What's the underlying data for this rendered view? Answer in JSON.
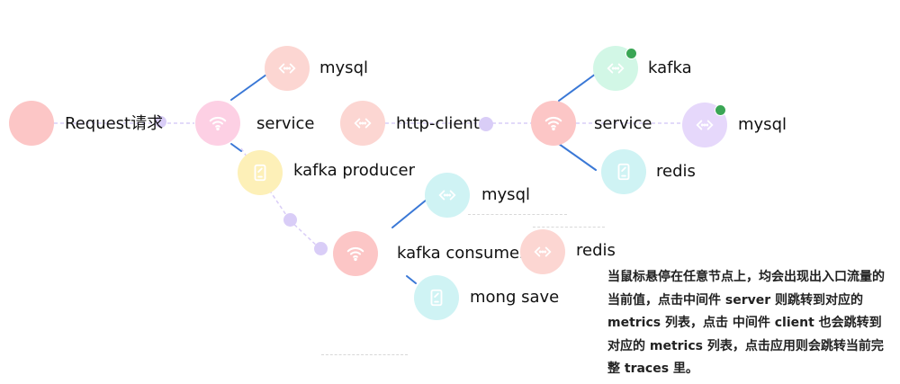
{
  "nodes": {
    "request": {
      "label": "Request请求",
      "color": "#fcc6c6",
      "icon": "none"
    },
    "service_left": {
      "label": "service",
      "color": "#fdd0e4",
      "icon": "wifi-icon"
    },
    "mysql_left": {
      "label": "mysql",
      "color": "#fcd6d2",
      "icon": "code-icon"
    },
    "kafka_producer": {
      "label": "kafka producer",
      "color": "#fdf0b8",
      "icon": "phone-icon"
    },
    "http_client": {
      "label": "http-client",
      "color": "#fcd6d2",
      "icon": "code-icon"
    },
    "kafka_top": {
      "label": "kafka",
      "color": "#d2f7e6",
      "icon": "code-icon"
    },
    "service_right": {
      "label": "service",
      "color": "#fcc6c6",
      "icon": "wifi-icon"
    },
    "mysql_right": {
      "label": "mysql",
      "color": "#e6d8fb",
      "icon": "code-icon"
    },
    "redis_right": {
      "label": "redis",
      "color": "#cff3f4",
      "icon": "phone-icon"
    },
    "mysql_middle": {
      "label": "mysql",
      "color": "#cff3f4",
      "icon": "code-icon"
    },
    "kafka_consumer": {
      "label": "kafka consumer",
      "color": "#fcc6c6",
      "icon": "wifi-icon"
    },
    "redis_middle": {
      "label": "redis",
      "color": "#fcd6d2",
      "icon": "code-icon"
    },
    "mong_save": {
      "label": "mong save",
      "color": "#cff3f4",
      "icon": "phone-icon"
    }
  },
  "colors": {
    "edge": "#3a78d6",
    "faint_edge": "#d9cdf7",
    "status_dot": "#3aa655"
  },
  "note": {
    "text": "当鼠标悬停在任意节点上，均会出现出入口流量的当前值，点击中间件 server 则跳转到对应的 metrics 列表，点击 中间件 client 也会跳转到对应的 metrics 列表，点击应用则会跳转当前完整 traces 里。"
  }
}
